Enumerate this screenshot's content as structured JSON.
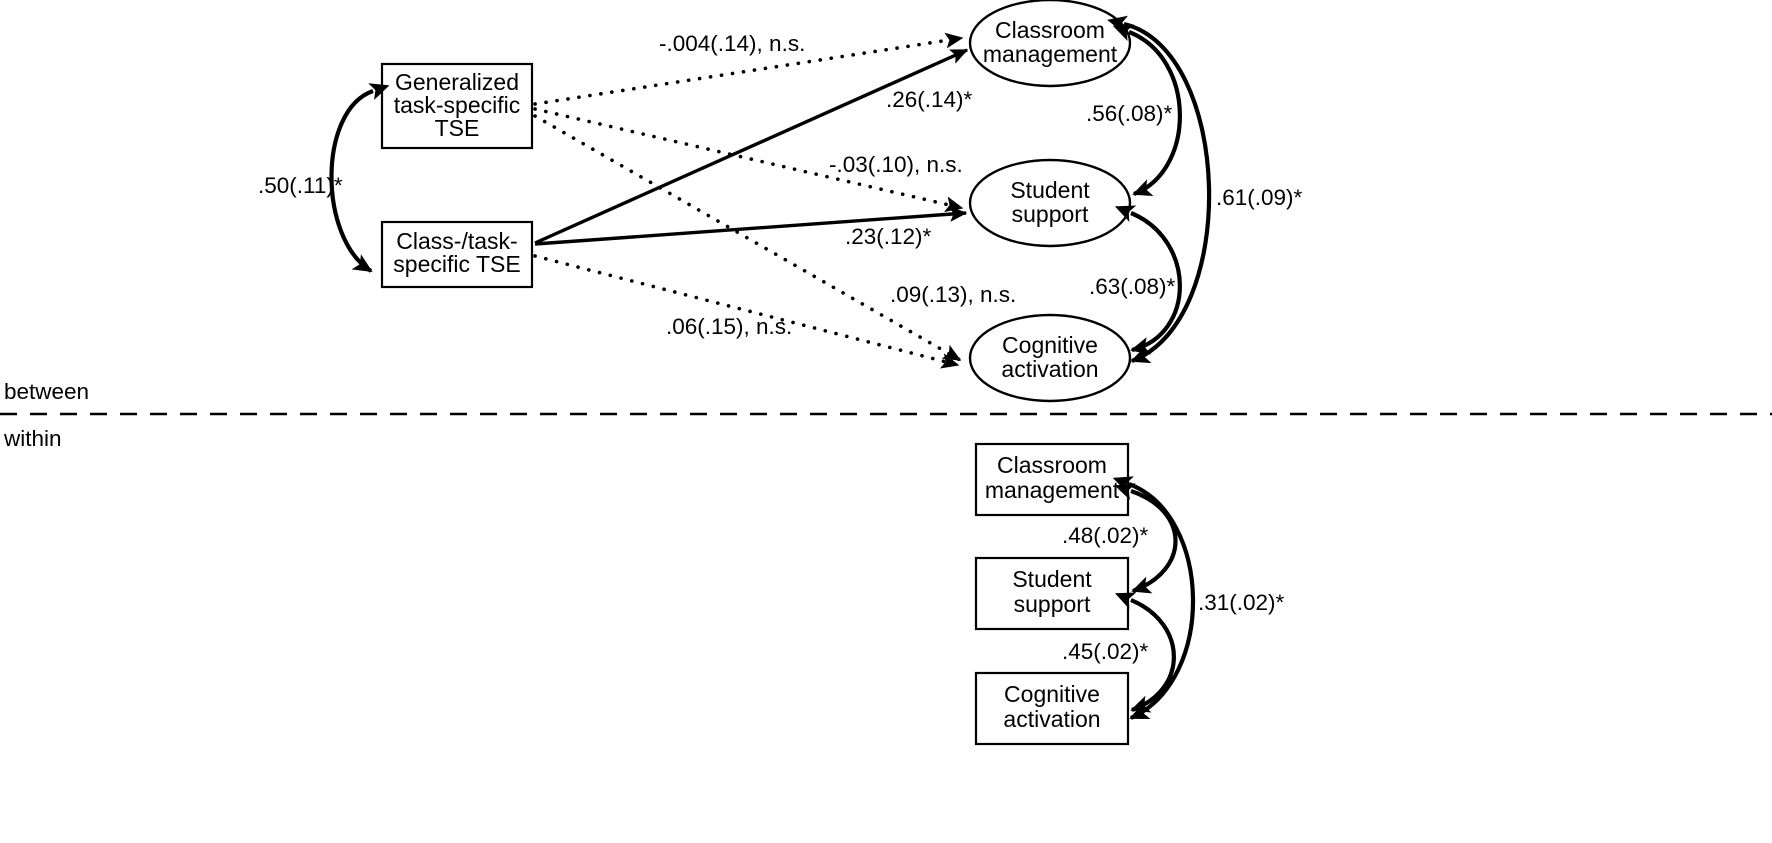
{
  "figure": {
    "type": "sem-path-diagram",
    "background": "#ffffff",
    "stroke_color": "#000000",
    "levels": {
      "between_label": "between",
      "within_label": "within"
    }
  },
  "between": {
    "predictors": [
      {
        "id": "gen-tse",
        "label_line1": "Generalized",
        "label_line2": "task-specific",
        "label_line3": "TSE",
        "shape": "rect"
      },
      {
        "id": "class-tse",
        "label_line1": "Class-/task-",
        "label_line2": "specific TSE",
        "label_line3": "",
        "shape": "rect"
      }
    ],
    "outcomes": [
      {
        "id": "class-mgmt-b",
        "label_line1": "Classroom",
        "label_line2": "management",
        "shape": "ellipse"
      },
      {
        "id": "stud-supp-b",
        "label_line1": "Student",
        "label_line2": "support",
        "shape": "ellipse"
      },
      {
        "id": "cog-act-b",
        "label_line1": "Cognitive",
        "label_line2": "activation",
        "shape": "ellipse"
      }
    ],
    "covariance_predictors": {
      "from": "gen-tse",
      "to": "class-tse",
      "estimate": ".50",
      "se": "(.11)",
      "sig": "*",
      "label": ".50(.11)*",
      "style": "double-headed-curve"
    },
    "paths": [
      {
        "from": "gen-tse",
        "to": "class-mgmt-b",
        "label": "-.004(.14), n.s.",
        "estimate": "-.004",
        "se": "(.14)",
        "sig": "n.s.",
        "style": "dotted"
      },
      {
        "from": "gen-tse",
        "to": "stud-supp-b",
        "label": "-.03(.10), n.s.",
        "estimate": "-.03",
        "se": "(.10)",
        "sig": "n.s.",
        "style": "dotted"
      },
      {
        "from": "gen-tse",
        "to": "cog-act-b",
        "label": ".09(.13), n.s.",
        "estimate": ".09",
        "se": "(.13)",
        "sig": "n.s.",
        "style": "dotted"
      },
      {
        "from": "class-tse",
        "to": "class-mgmt-b",
        "label": ".26(.14)*",
        "estimate": ".26",
        "se": "(.14)",
        "sig": "*",
        "style": "solid"
      },
      {
        "from": "class-tse",
        "to": "stud-supp-b",
        "label": ".23(.12)*",
        "estimate": ".23",
        "se": "(.12)",
        "sig": "*",
        "style": "solid"
      },
      {
        "from": "class-tse",
        "to": "cog-act-b",
        "label": ".06(.15), n.s.",
        "estimate": ".06",
        "se": "(.15)",
        "sig": "n.s.",
        "style": "dotted"
      }
    ],
    "correlations": [
      {
        "between": [
          "class-mgmt-b",
          "stud-supp-b"
        ],
        "label": ".56(.08)*",
        "estimate": ".56",
        "se": "(.08)",
        "sig": "*"
      },
      {
        "between": [
          "stud-supp-b",
          "cog-act-b"
        ],
        "label": ".63(.08)*",
        "estimate": ".63",
        "se": "(.08)",
        "sig": "*"
      },
      {
        "between": [
          "class-mgmt-b",
          "cog-act-b"
        ],
        "label": ".61(.09)*",
        "estimate": ".61",
        "se": "(.09)",
        "sig": "*"
      }
    ]
  },
  "within": {
    "outcomes": [
      {
        "id": "class-mgmt-w",
        "label_line1": "Classroom",
        "label_line2": "management",
        "shape": "rect"
      },
      {
        "id": "stud-supp-w",
        "label_line1": "Student",
        "label_line2": "support",
        "shape": "rect"
      },
      {
        "id": "cog-act-w",
        "label_line1": "Cognitive",
        "label_line2": "activation",
        "shape": "rect"
      }
    ],
    "correlations": [
      {
        "between": [
          "class-mgmt-w",
          "stud-supp-w"
        ],
        "label": ".48(.02)*",
        "estimate": ".48",
        "se": "(.02)",
        "sig": "*"
      },
      {
        "between": [
          "stud-supp-w",
          "cog-act-w"
        ],
        "label": ".45(.02)*",
        "estimate": ".45",
        "se": "(.02)",
        "sig": "*"
      },
      {
        "between": [
          "class-mgmt-w",
          "cog-act-w"
        ],
        "label": ".31(.02)*",
        "estimate": ".31",
        "se": "(.02)",
        "sig": "*"
      }
    ]
  }
}
